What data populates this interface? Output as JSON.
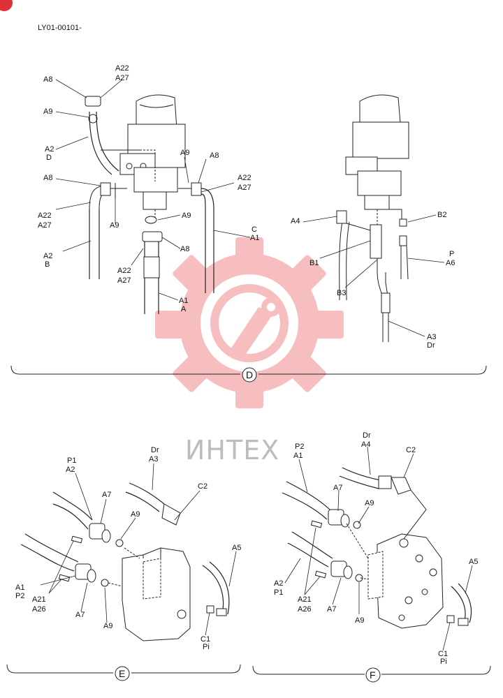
{
  "document_code": "LY01-00101-",
  "watermark": {
    "text": "ИНТЕХ",
    "color": "#f08a8a"
  },
  "sections": {
    "D": {
      "letter": "D",
      "labels": {
        "a8_top": "A8",
        "a22_top": "A22",
        "a27_top": "A27",
        "a9_top": "A9",
        "a2": "A2",
        "d": "D",
        "a9_right": "A9",
        "a8_right": "A8",
        "a22_right": "A22",
        "a27_right": "A27",
        "a8_left": "A8",
        "a22_left": "A22",
        "a27_left": "A27",
        "a9_left": "A9",
        "a9_mid": "A9",
        "a8_mid": "A8",
        "a2_b": "A2",
        "b": "B",
        "a22_bottom": "A22",
        "a27_bottom": "A27",
        "a1": "A1",
        "a": "A",
        "c": "C",
        "a1_c": "A1",
        "a4": "A4",
        "b1": "B1",
        "b3": "B3",
        "b2": "B2",
        "p": "P",
        "a6": "A6",
        "a3": "A3",
        "dr": "Dr"
      }
    },
    "E": {
      "letter": "E",
      "labels": {
        "p1": "P1",
        "a2": "A2",
        "dr": "Dr",
        "a3": "A3",
        "c2": "C2",
        "a7_top": "A7",
        "a9_top": "A9",
        "a5": "A5",
        "a1": "A1",
        "p2": "P2",
        "a21": "A21",
        "a26": "A26",
        "a7_bottom": "A7",
        "a9_bottom": "A9",
        "c1": "C1",
        "pi": "Pi"
      }
    },
    "F": {
      "letter": "F",
      "labels": {
        "p2": "P2",
        "a1": "A1",
        "dr": "Dr",
        "a4": "A4",
        "c2": "C2",
        "a7_top": "A7",
        "a9_top": "A9",
        "a2": "A2",
        "p1": "P1",
        "a21": "A21",
        "a26": "A26",
        "a7_bottom": "A7",
        "a9_bottom": "A9",
        "a5": "A5",
        "c1": "C1",
        "pi": "Pi"
      }
    }
  }
}
